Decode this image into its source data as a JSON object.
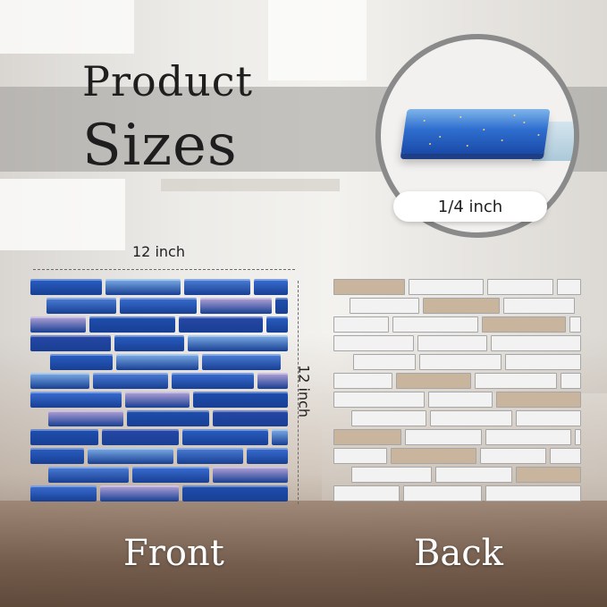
{
  "title": {
    "line1": "Product",
    "line2": "Sizes"
  },
  "inset": {
    "thickness_label": "1/4 inch"
  },
  "dimensions": {
    "width_label": "12 inch",
    "height_label": "12 inch"
  },
  "views": {
    "front_label": "Front",
    "back_label": "Back"
  },
  "colors": {
    "tile_blue": "#2a5fc4",
    "tile_light_blue": "#7fb0e8",
    "tile_iridescent": "#b7a5d8",
    "back_white": "#f2f2f2",
    "back_tan": "#c9b49e"
  },
  "icons": [
    "tile-edge-closeup-icon"
  ]
}
